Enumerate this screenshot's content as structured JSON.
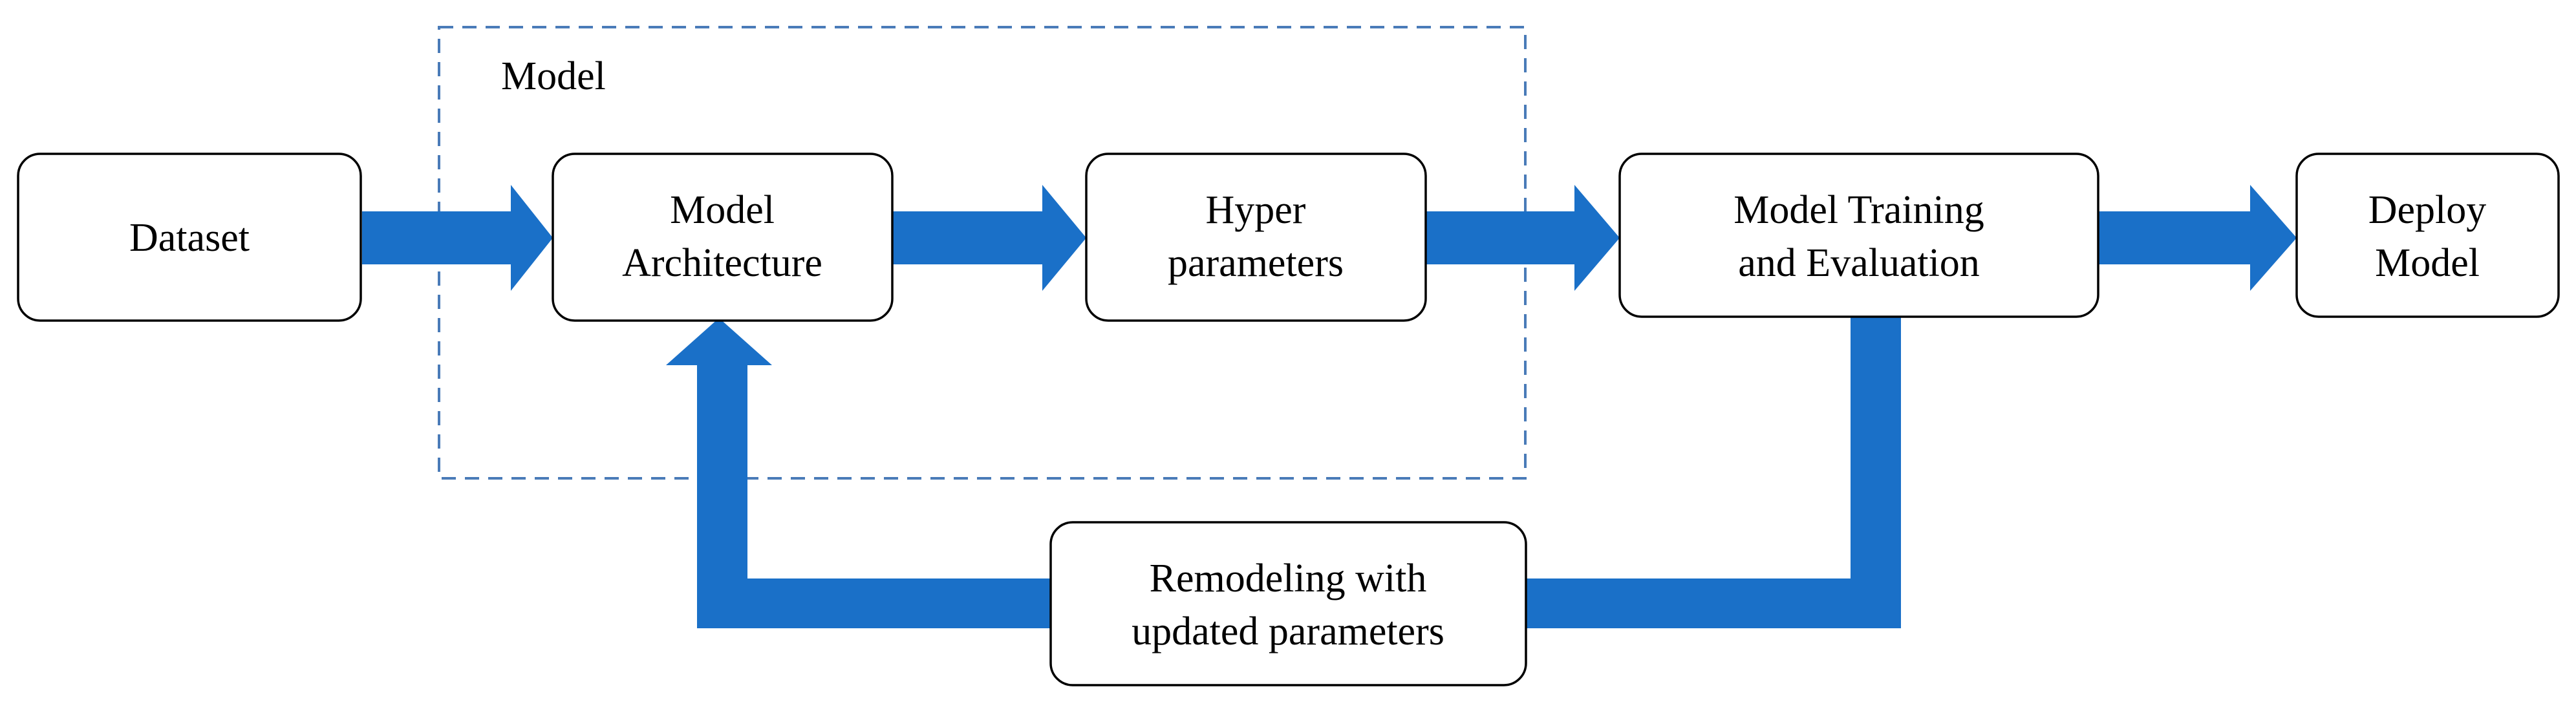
{
  "colors": {
    "arrow": "#1a70c8",
    "group_frame": "#4a7bb8",
    "box_stroke": "#000000",
    "box_fill": "#ffffff",
    "text": "#000000"
  },
  "group": {
    "label": "Model"
  },
  "nodes": {
    "dataset": {
      "lines": [
        "Dataset"
      ]
    },
    "model_architecture": {
      "lines": [
        "Model",
        "Architecture"
      ]
    },
    "hyper_parameters": {
      "lines": [
        "Hyper",
        "parameters"
      ]
    },
    "model_training": {
      "lines": [
        "Model Training",
        "and Evaluation"
      ]
    },
    "deploy_model": {
      "lines": [
        "Deploy",
        "Model"
      ]
    },
    "remodeling": {
      "lines": [
        "Remodeling with",
        "updated parameters"
      ]
    }
  },
  "edges": [
    {
      "from": "dataset",
      "to": "model_architecture"
    },
    {
      "from": "model_architecture",
      "to": "hyper_parameters"
    },
    {
      "from": "hyper_parameters",
      "to": "model_training"
    },
    {
      "from": "model_training",
      "to": "deploy_model"
    },
    {
      "from": "model_training",
      "to": "remodeling"
    },
    {
      "from": "remodeling",
      "to": "model_architecture"
    }
  ]
}
